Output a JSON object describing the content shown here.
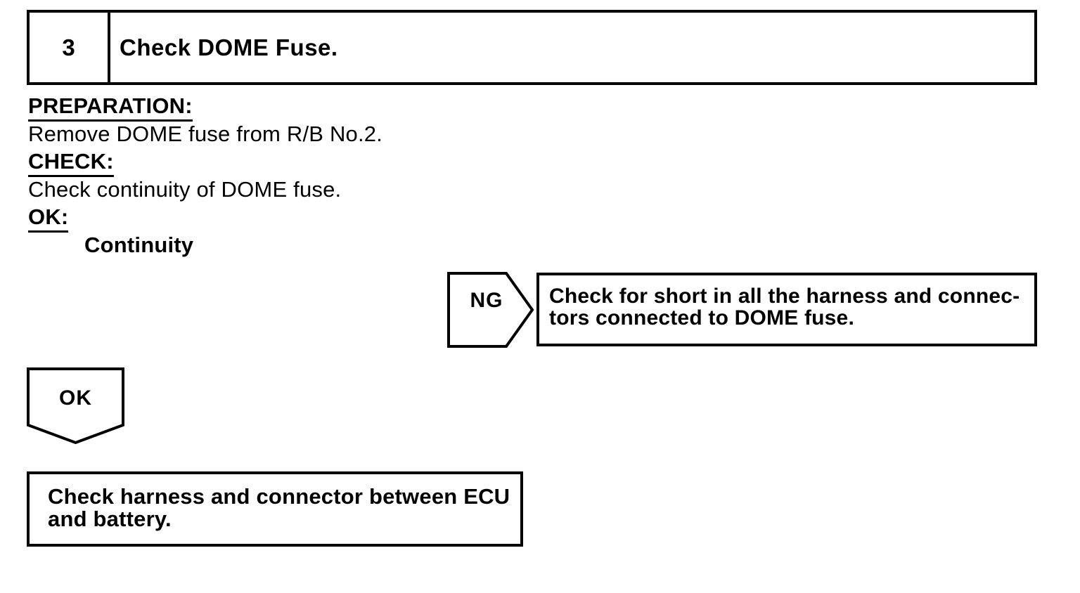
{
  "colors": {
    "paper": "#ffffff",
    "ink": "#000000"
  },
  "step_header": {
    "number": "3",
    "title": "Check DOME Fuse."
  },
  "procedure": {
    "preparation_label": "PREPARATION:",
    "preparation_text": "Remove DOME fuse from R/B No.2.",
    "check_label": "CHECK:",
    "check_text": "Check continuity of DOME fuse.",
    "ok_label": "OK:",
    "ok_spec": "Continuity"
  },
  "ng_branch": {
    "connector_label": "NG",
    "result_line1": "Check for short in all the harness and connec-",
    "result_line2": "tors connected to DOME fuse."
  },
  "ok_branch": {
    "connector_label": "OK",
    "result_line1": "Check harness and connector between ECU",
    "result_line2": "and battery."
  }
}
